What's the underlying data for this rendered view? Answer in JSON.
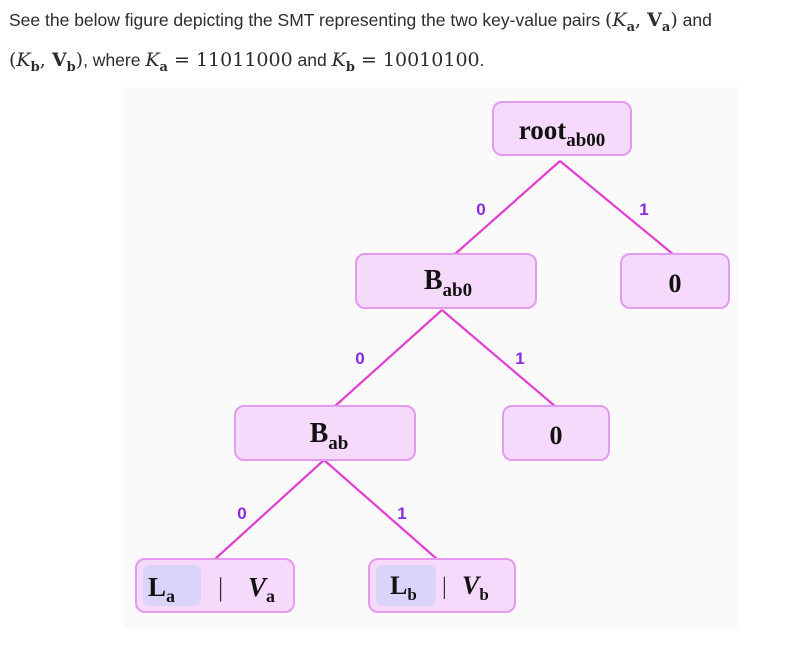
{
  "intro": {
    "line1_text": "See the below figure depicting the SMT representing the two key-value pairs ",
    "line1_tail": " and",
    "pair_a": {
      "open": "(",
      "key": "K",
      "key_sub": "a",
      "sep": ", ",
      "val": "V",
      "val_sub": "a",
      "close": ")"
    },
    "pair_b": {
      "open": "(",
      "key": "K",
      "key_sub": "b",
      "sep": ", ",
      "val": "V",
      "val_sub": "b",
      "close": ")"
    },
    "where": ", where ",
    "ka": {
      "sym": "K",
      "sub": "a",
      "eq": " = ",
      "value": "11011000"
    },
    "and": " and ",
    "kb": {
      "sym": "K",
      "sub": "b",
      "eq": " = ",
      "value": "10010100"
    },
    "end": "."
  },
  "diagram": {
    "colors": {
      "node_fill": "#f6dafb",
      "node_stroke": "#e49af0",
      "edge": "#e23fd0",
      "edge_label": "#8a2be2",
      "leaf_inner": "#dcd3fb"
    },
    "nodes": {
      "root": {
        "main": "root",
        "sub": "ab00"
      },
      "babo": {
        "main": "B",
        "sub": "ab0"
      },
      "right_zero": {
        "main": "0"
      },
      "bab": {
        "main": "B",
        "sub": "ab"
      },
      "mid_zero": {
        "main": "0"
      },
      "leaf_a": {
        "l": "L",
        "l_sub": "a",
        "sep": "|",
        "v": "V",
        "v_sub": "a"
      },
      "leaf_b": {
        "l": "L",
        "l_sub": "b",
        "sep": "|",
        "v": "V",
        "v_sub": "b"
      }
    },
    "edge_labels": {
      "root_left": "0",
      "root_right": "1",
      "babo_left": "0",
      "babo_right": "1",
      "bab_left": "0",
      "bab_right": "1"
    }
  }
}
